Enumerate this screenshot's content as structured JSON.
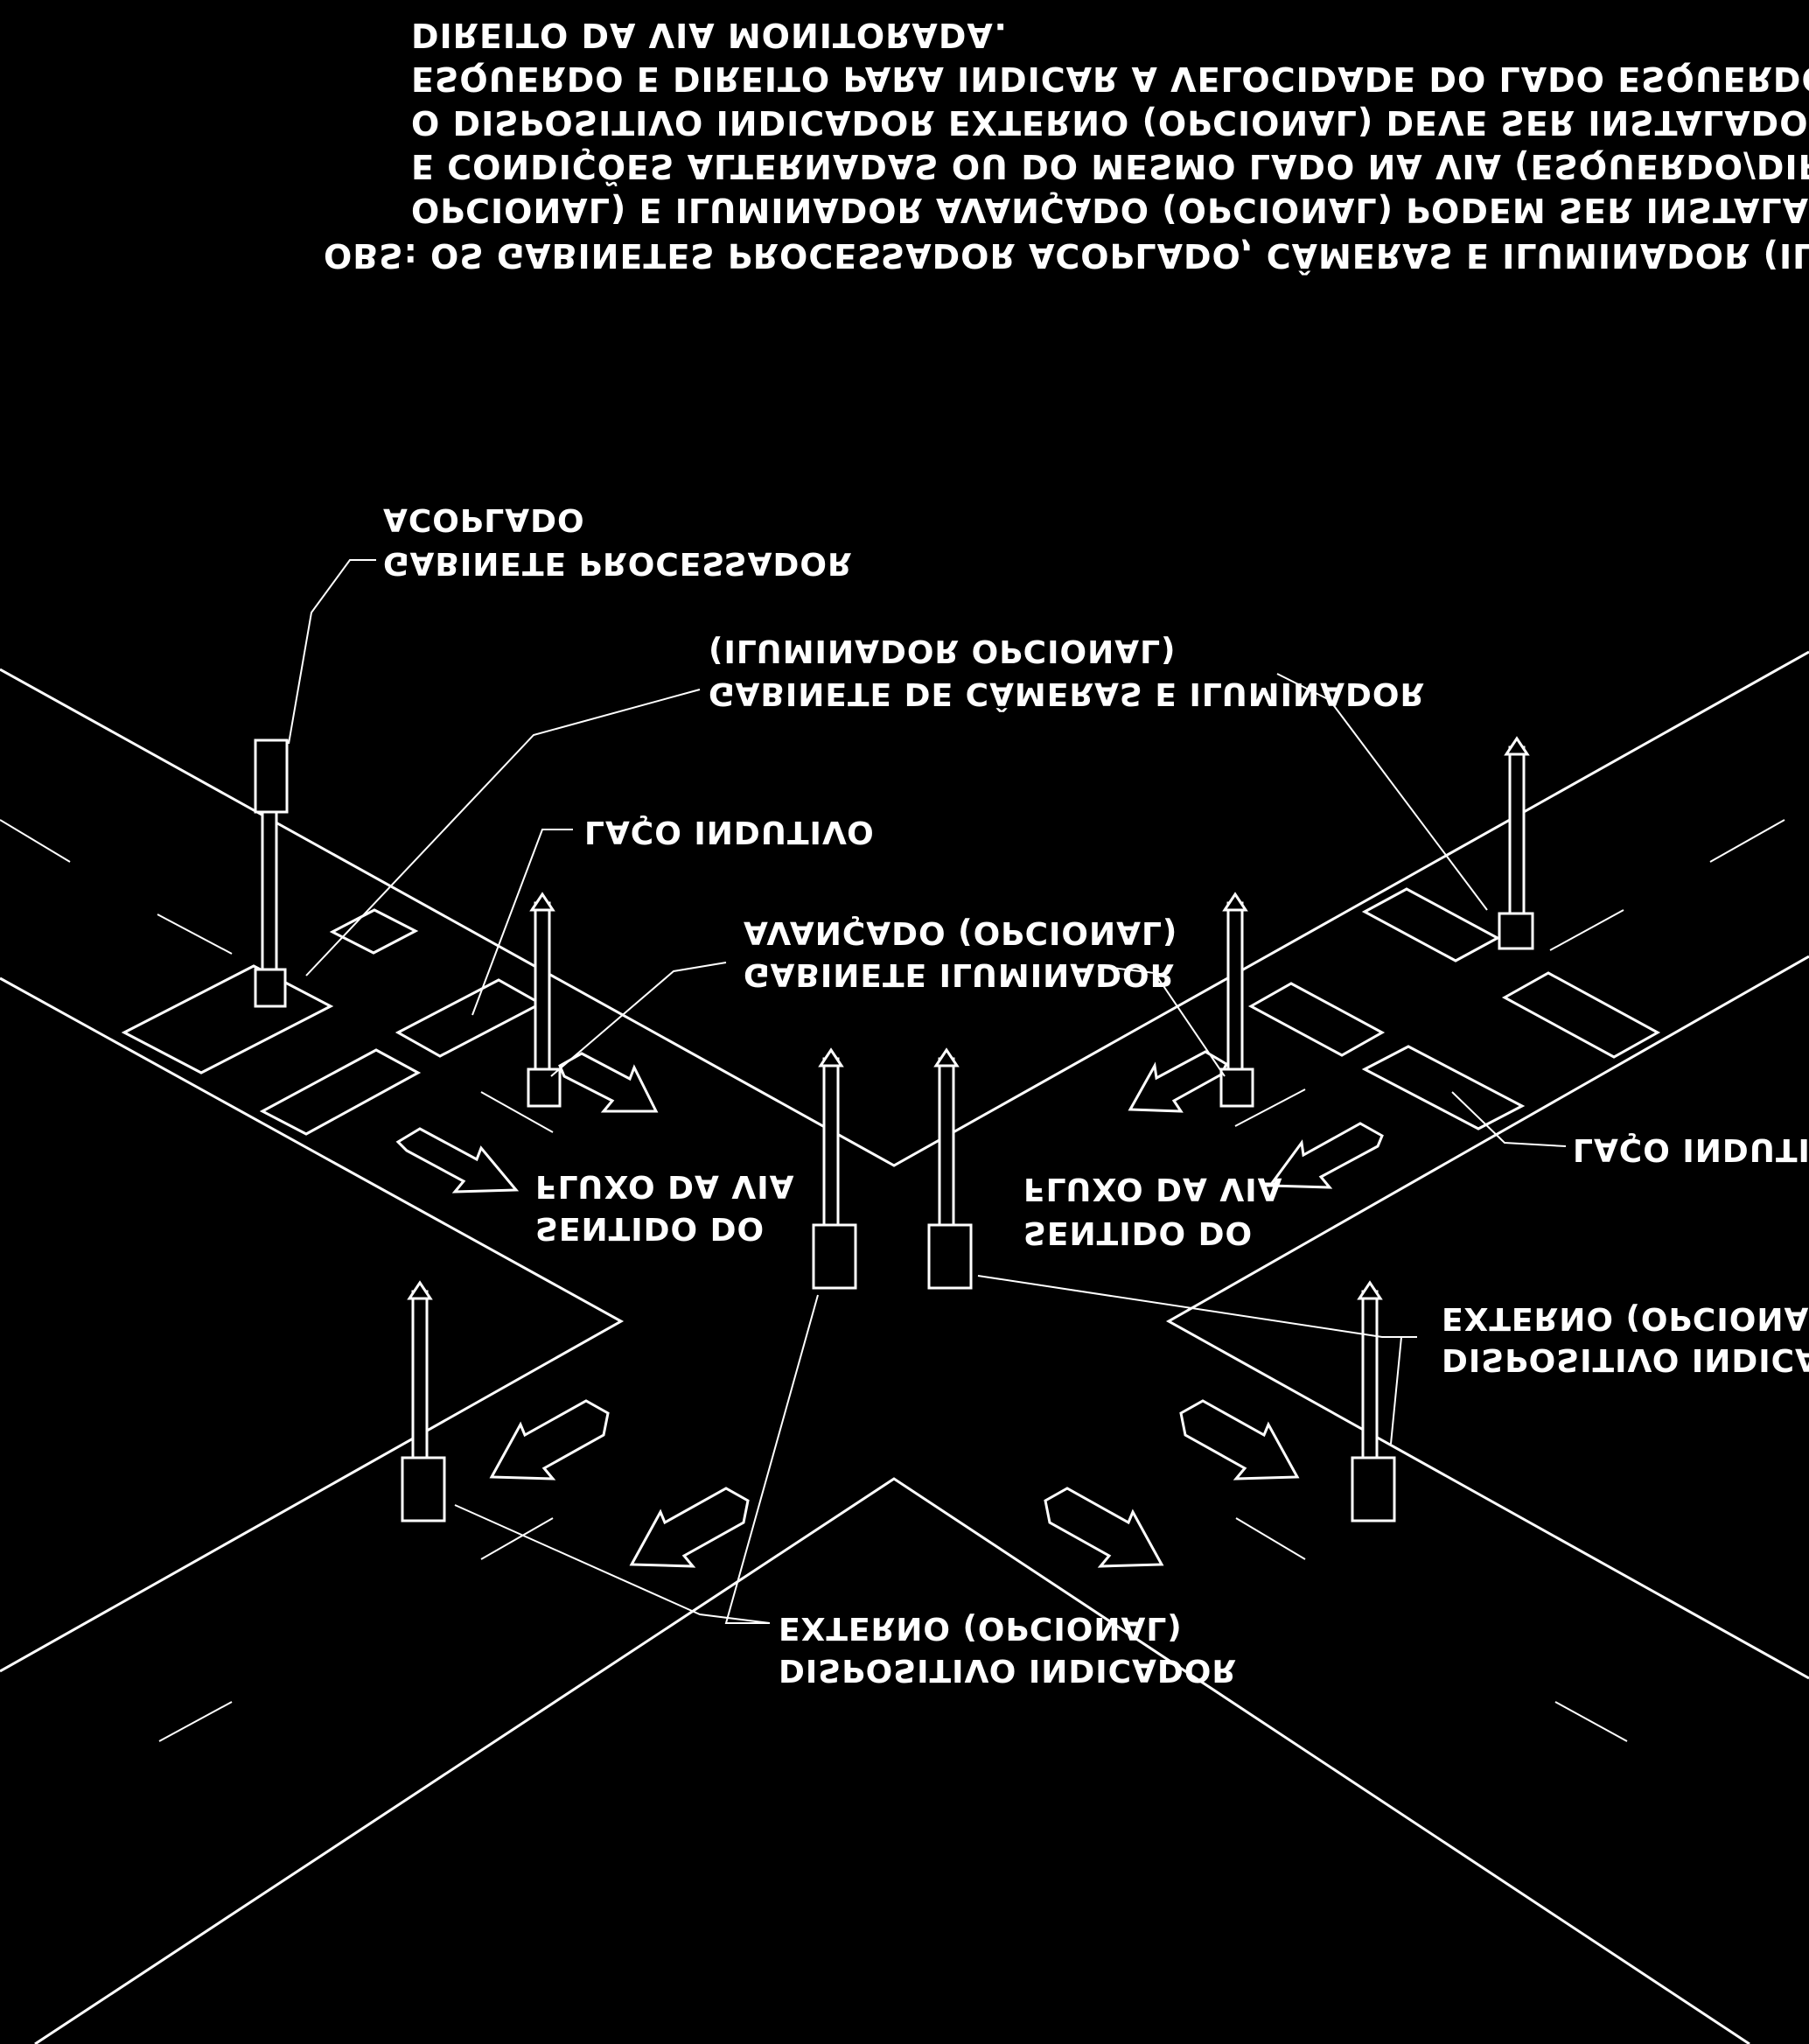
{
  "note": {
    "lines": [
      "OBS: OS GABINETES  PROCESSADOR ACOPLADO, CÂMERAS  E ILUMINADOR (ILUMINADOR",
      "OPCIONAL) E ILUMINADOR AVANÇADO (OPCIONAL) PODEM SER INSTALADOS EM PISTAS",
      "E CONDIÇÕES ALTERNADAS OU DO MESMO LADO NA VIA (ESQUERDO/DIREITO)",
      "O DISPOSITIVO INDICADOR EXTERNO (OPCIONAL) DEVE SER INSTALADO NO LADO",
      "ESQUERDO E DIREITO PARA INDICAR A VELOCIDADE DO LADO ESQUERDO E DO LADO",
      "DIREITO DA VIA MONITORADA."
    ]
  },
  "labels": {
    "gabinete_processador": [
      "GABINETE PROCESSADOR",
      "ACOPLADO"
    ],
    "gabinete_cameras": [
      "GABINETE DE CÂMERAS E ILUMINADOR",
      "(ILUMINADOR OPCIONAL)"
    ],
    "laco_indutivo_left": "LAÇO INDUTIVO",
    "laco_indutivo_right": "LAÇO INDUTIVO",
    "gabinete_iluminador": [
      "GABINETE ILUMINADOR",
      "AVANÇADO (OPCIONAL)"
    ],
    "sentido_left": [
      "SENTIDO DO",
      "FLUXO DA VIA"
    ],
    "sentido_right": [
      "SENTIDO DO",
      "FLUXO DA VIA"
    ],
    "dispositivo_right": [
      "DISPOSITIVO INDICADOR",
      "EXTERNO (OPCIONAL)"
    ],
    "dispositivo_bottom": [
      "DISPOSITIVO INDICADOR",
      "EXTERNO (OPCIONAL)"
    ]
  }
}
